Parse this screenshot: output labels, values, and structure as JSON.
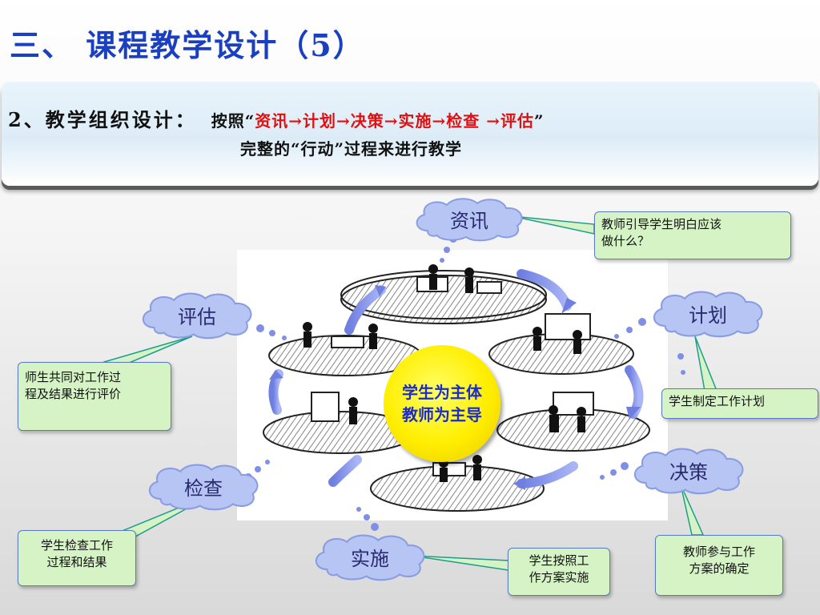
{
  "slide": {
    "title": "三、 课程教学设计（5）"
  },
  "header": {
    "label": "2、教学组织设计：",
    "text_prefix": "按照“",
    "text_steps": "资讯→计划→决策→实施→检查 →评估",
    "text_suffix": "”",
    "line2": "完整的“行动”过程来进行教学"
  },
  "center": {
    "line1": "学生为主体",
    "line2": "教师为主导"
  },
  "steps": [
    {
      "label": "资讯",
      "callout": [
        "教师引导学生明白应该",
        "做什么？"
      ]
    },
    {
      "label": "计划",
      "callout": [
        "学生制定工作计划"
      ]
    },
    {
      "label": "决策",
      "callout": [
        "教师参与工作",
        "方案的确定"
      ]
    },
    {
      "label": "实施",
      "callout": [
        "学生按照工",
        "作方案实施"
      ]
    },
    {
      "label": "检查",
      "callout": [
        "学生检查工作",
        "过程和结果"
      ]
    },
    {
      "label": "评估",
      "callout": [
        "师生共同对工作过",
        "程及结果进行评价"
      ]
    }
  ],
  "colors": {
    "title": "#1a3fbf",
    "highlight": "#e01010",
    "cloud": "#b7c5f5",
    "callout_bg": "#d6f3c6",
    "center": "#ffee00"
  }
}
